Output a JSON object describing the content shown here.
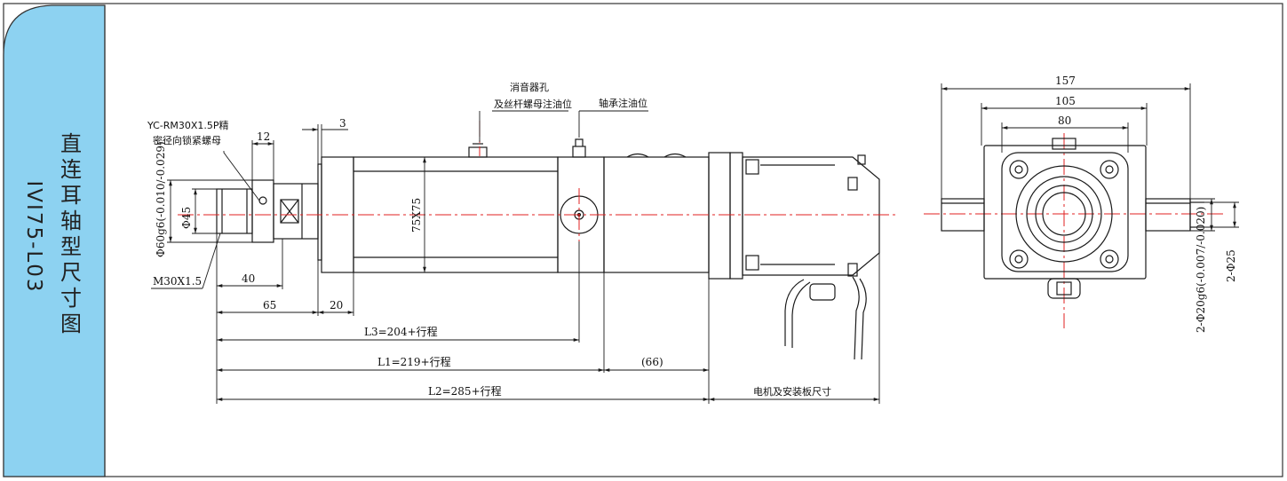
{
  "side_tab": {
    "title": "直连耳轴型尺寸图",
    "model": "IVI75-L03",
    "bg_color": "#8dd2f1"
  },
  "annotations": {
    "nut_note_line1": "YC-RM30X1.5P精",
    "nut_note_line2": "密径向锁紧螺母",
    "muffler_note_line1": "消音器孔",
    "muffler_note_line2": "及丝杆螺母注油位",
    "bearing_note": "轴承注油位",
    "motor_note": "电机及安装板尺寸"
  },
  "dimensions": {
    "d12": "12",
    "d3": "3",
    "d60": "Φ60g6(-0.010/-0.029)",
    "d45": "Φ45",
    "square": "75X75",
    "thread": "M30X1.5",
    "d40": "40",
    "d65": "65",
    "d20": "20",
    "L3": "L3=204+行程",
    "L1": "L1=219+行程",
    "d66": "(66)",
    "L2": "L2=285+行程",
    "d157": "157",
    "d105": "105",
    "d80": "80",
    "pin_dia": "2-Φ20g6(-0.007/-0.020)",
    "pin_dia2": "2-Φ25"
  },
  "colors": {
    "line": "#1a1a1a",
    "centerline": "#e02020",
    "frame": "#333333"
  }
}
